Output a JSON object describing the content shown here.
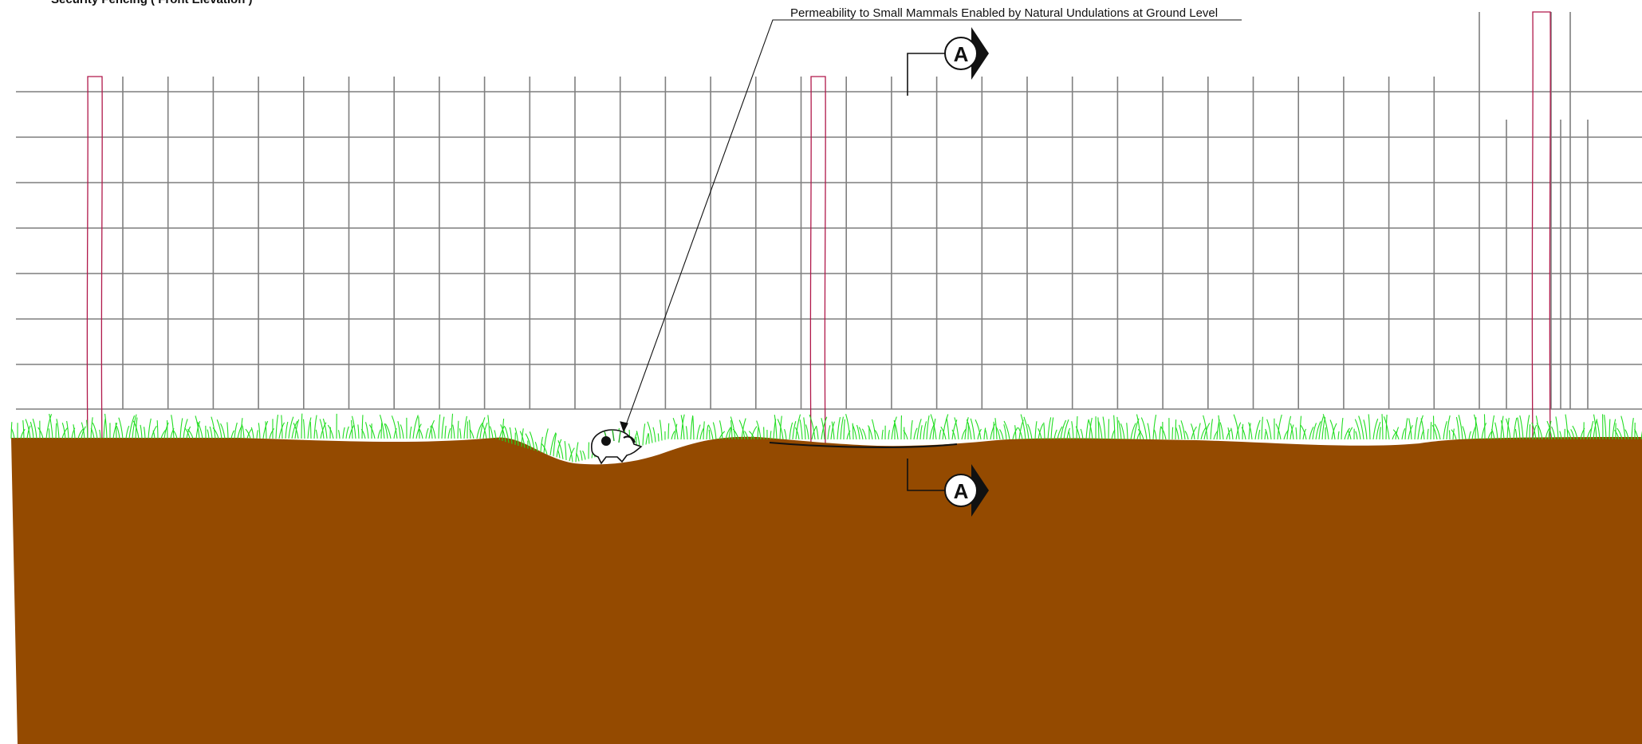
{
  "drawing": {
    "title": "Security Fencing ( Front Elevation )",
    "annotation": "Permeability to Small Mammals Enabled by Natural Undulations at Ground Level",
    "section_marker_label": "A"
  },
  "colors": {
    "soil": "#944a00",
    "grass": "#22dd22",
    "fence_mesh": "#7f7f7f",
    "post_outline": "#b0184a",
    "linework": "#111111",
    "background": "#ffffff"
  },
  "icons": {
    "section_marker": "section-cut-arrow-icon",
    "small_mammal": "hedgehog-icon"
  }
}
